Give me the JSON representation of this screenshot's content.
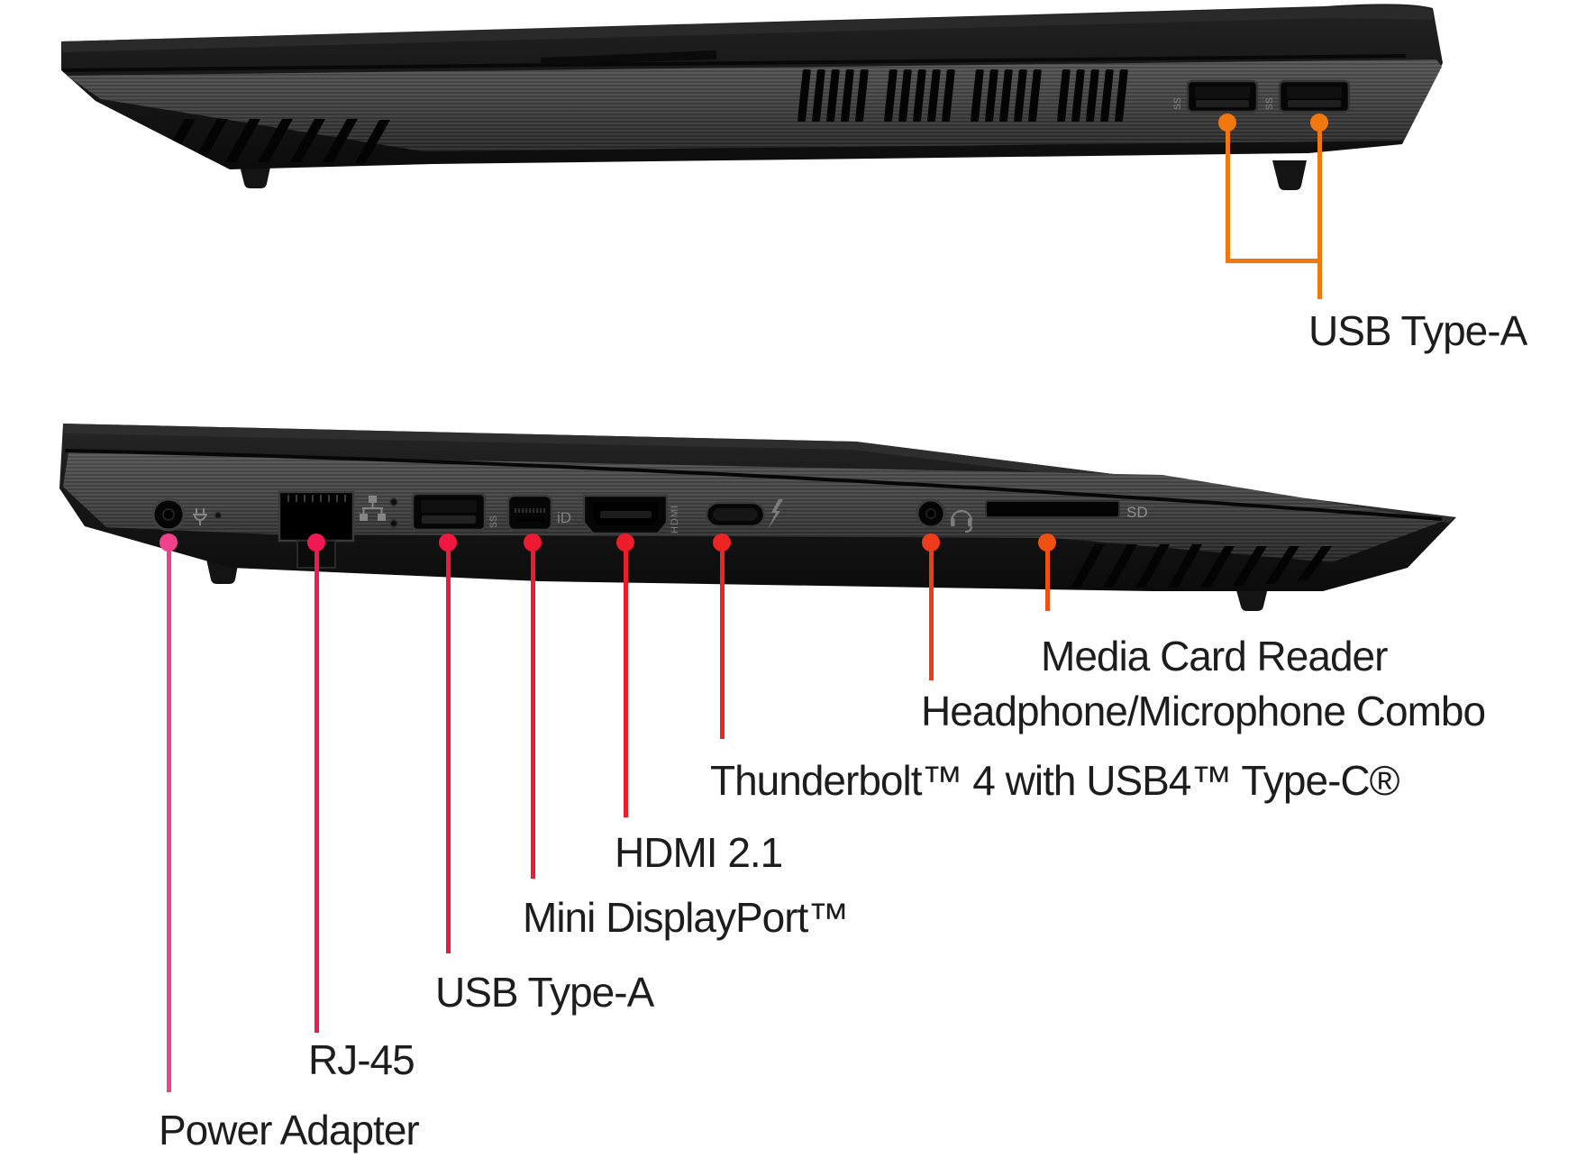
{
  "background_color": "#ffffff",
  "label_text_color": "#1d1d1d",
  "top_view": {
    "description": "laptop-right-side-view",
    "callout": {
      "id": "usb-type-a-top",
      "label": "USB Type-A",
      "color": "#F0780F"
    },
    "markings": {
      "usb_speed_1": "ss",
      "usb_speed_2": "ss"
    }
  },
  "bottom_view": {
    "description": "laptop-left-side-view",
    "callouts": [
      {
        "id": "power-adapter",
        "label": "Power Adapter",
        "color": "#F0418C"
      },
      {
        "id": "rj45",
        "label": "RJ-45",
        "color": "#F01A52"
      },
      {
        "id": "usb-type-a",
        "label": "USB Type-A",
        "color": "#F0183E"
      },
      {
        "id": "mini-displayport",
        "label": "Mini DisplayPort™",
        "color": "#EE1A32"
      },
      {
        "id": "hdmi",
        "label": "HDMI 2.1",
        "color": "#ED1C2A"
      },
      {
        "id": "thunderbolt",
        "label": "Thunderbolt™ 4 with USB4™ Type-C®",
        "color": "#EC2522"
      },
      {
        "id": "headphone-combo",
        "label": "Headphone/Microphone Combo",
        "color": "#EF3B1C"
      },
      {
        "id": "media-card",
        "label": "Media Card Reader",
        "color": "#F05010"
      }
    ],
    "markings": {
      "sd": "SD",
      "hdmi": "HDMI",
      "usb_speed": "ss",
      "displayport": "iD"
    }
  }
}
